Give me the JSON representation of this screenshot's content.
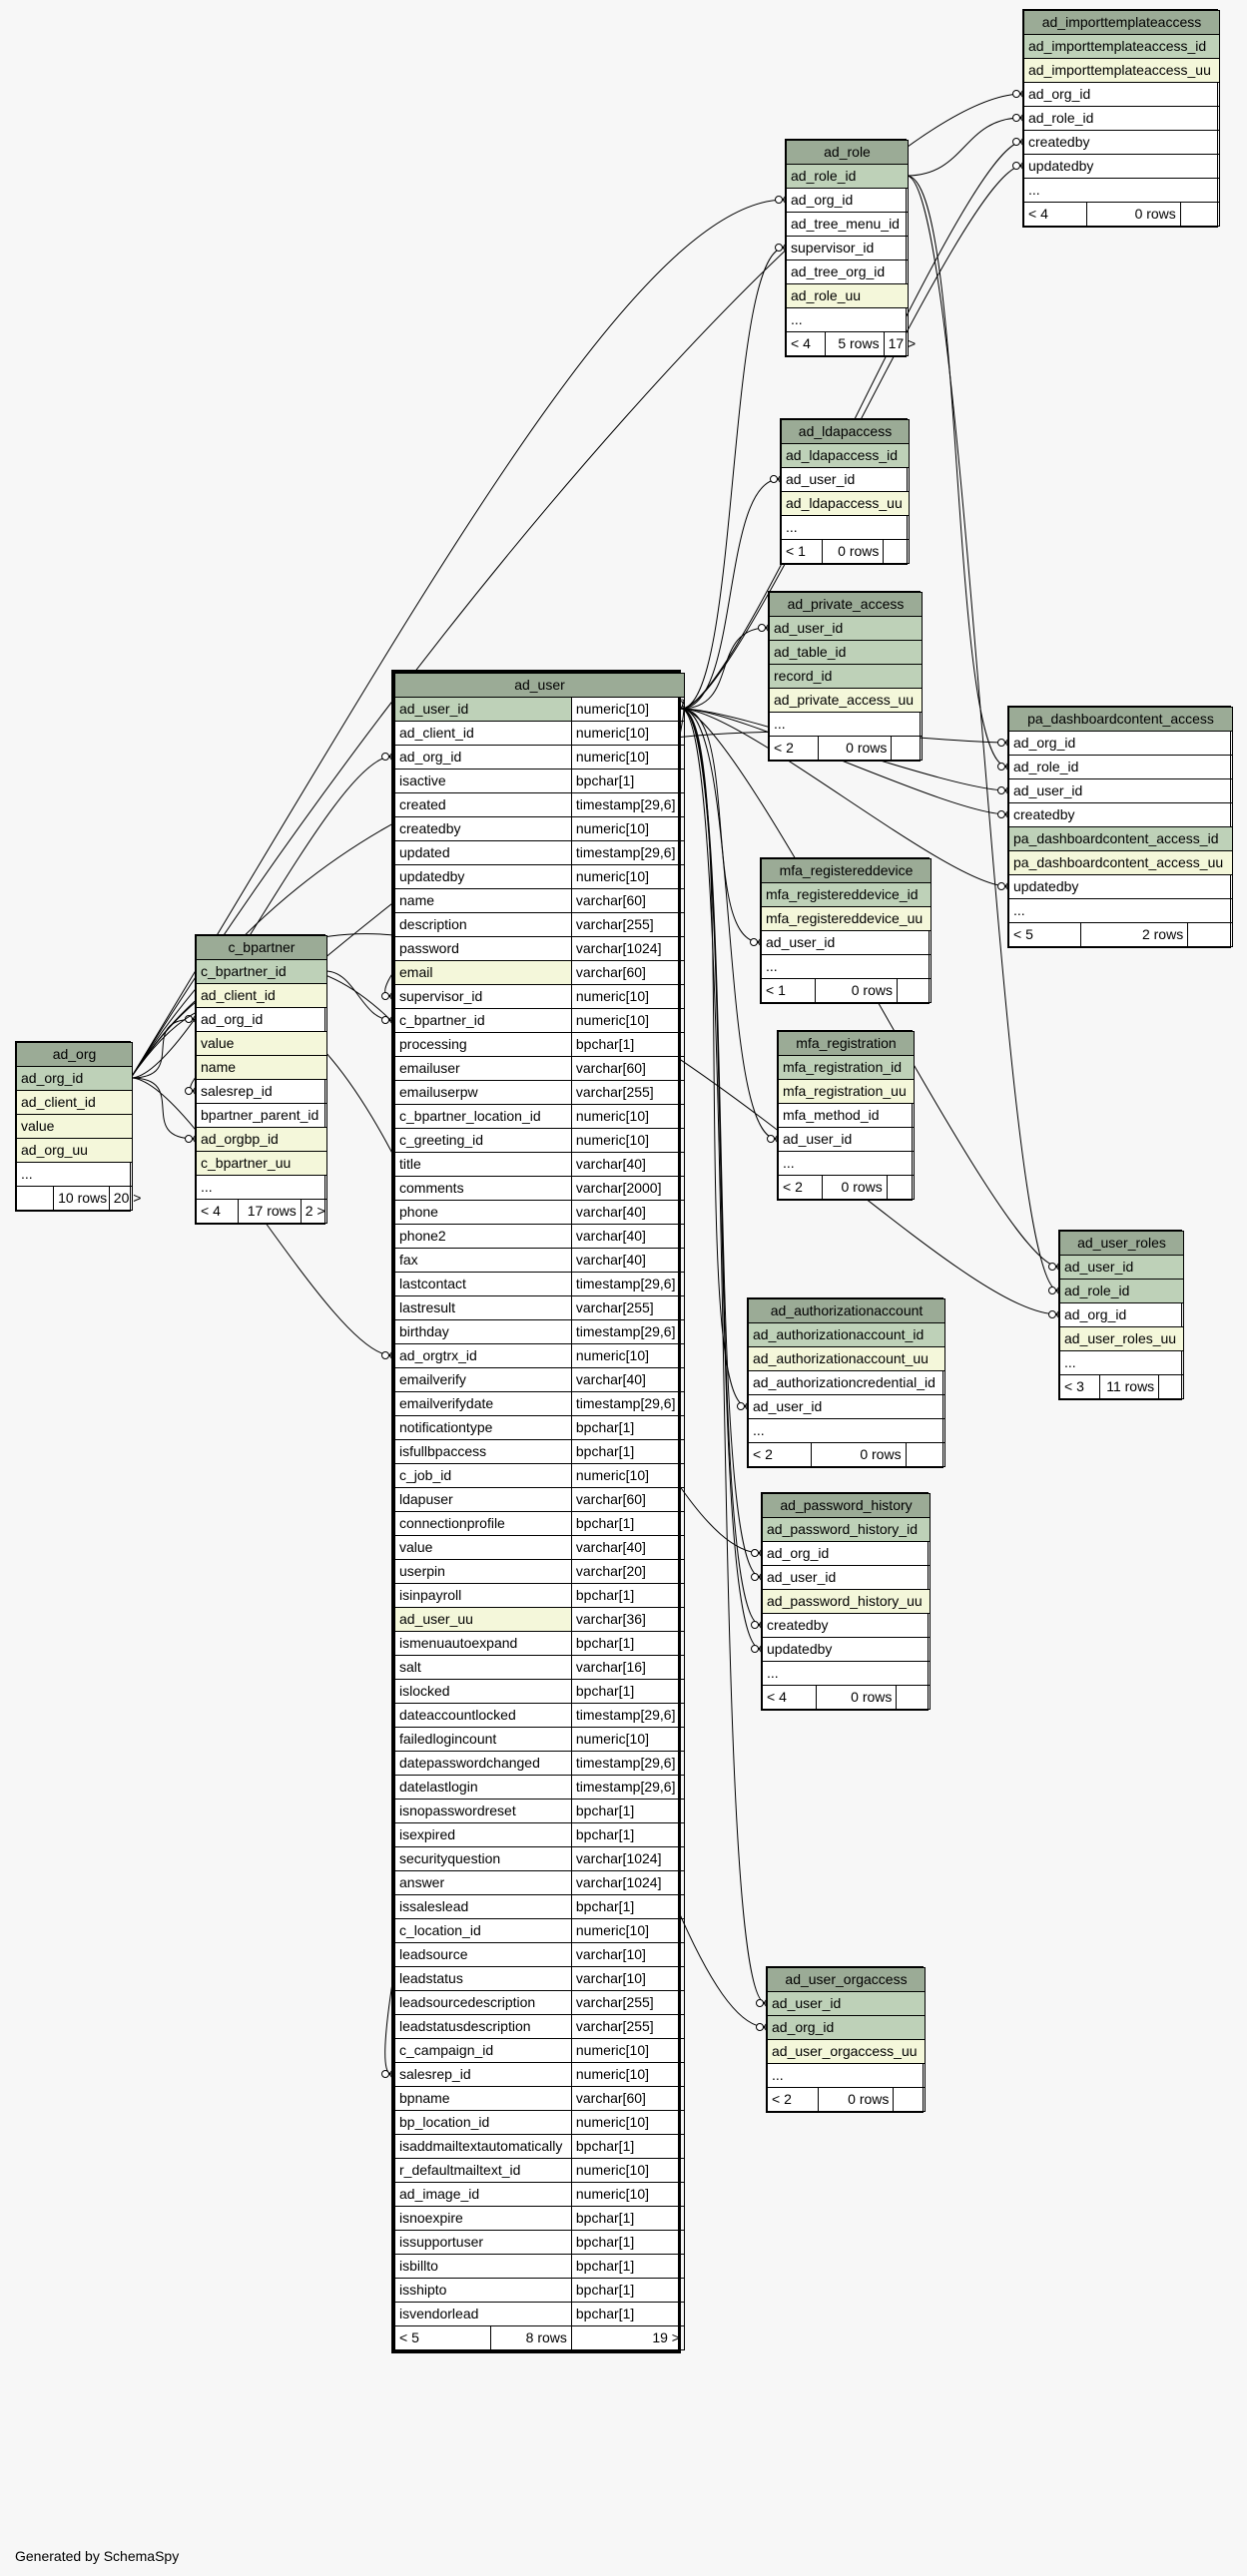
{
  "generated_by": "Generated by SchemaSpy",
  "tables": {
    "ad_importtemplateaccess": {
      "name": "ad_importtemplateaccess",
      "rows": [
        {
          "col": "ad_importtemplateaccess_id",
          "style": "pk"
        },
        {
          "col": "ad_importtemplateaccess_uu",
          "style": "idx"
        },
        {
          "col": "ad_org_id",
          "style": ""
        },
        {
          "col": "ad_role_id",
          "style": ""
        },
        {
          "col": "createdby",
          "style": ""
        },
        {
          "col": "updatedby",
          "style": ""
        },
        {
          "col": "...",
          "style": ""
        }
      ],
      "footer": [
        "< 4",
        "0 rows",
        ""
      ]
    },
    "ad_role": {
      "name": "ad_role",
      "rows": [
        {
          "col": "ad_role_id",
          "style": "pk"
        },
        {
          "col": "ad_org_id",
          "style": ""
        },
        {
          "col": "ad_tree_menu_id",
          "style": ""
        },
        {
          "col": "supervisor_id",
          "style": ""
        },
        {
          "col": "ad_tree_org_id",
          "style": ""
        },
        {
          "col": "ad_role_uu",
          "style": "idx"
        },
        {
          "col": "...",
          "style": ""
        }
      ],
      "footer": [
        "< 4",
        "5 rows",
        "17 >"
      ]
    },
    "ad_ldapaccess": {
      "name": "ad_ldapaccess",
      "rows": [
        {
          "col": "ad_ldapaccess_id",
          "style": "pk"
        },
        {
          "col": "ad_user_id",
          "style": ""
        },
        {
          "col": "ad_ldapaccess_uu",
          "style": "idx"
        },
        {
          "col": "...",
          "style": ""
        }
      ],
      "footer": [
        "< 1",
        "0 rows",
        ""
      ]
    },
    "ad_private_access": {
      "name": "ad_private_access",
      "rows": [
        {
          "col": "ad_user_id",
          "style": "pk"
        },
        {
          "col": "ad_table_id",
          "style": "pk"
        },
        {
          "col": "record_id",
          "style": "pk"
        },
        {
          "col": "ad_private_access_uu",
          "style": "idx"
        },
        {
          "col": "...",
          "style": ""
        }
      ],
      "footer": [
        "< 2",
        "0 rows",
        ""
      ]
    },
    "pa_dashboardcontent_access": {
      "name": "pa_dashboardcontent_access",
      "rows": [
        {
          "col": "ad_org_id",
          "style": ""
        },
        {
          "col": "ad_role_id",
          "style": ""
        },
        {
          "col": "ad_user_id",
          "style": ""
        },
        {
          "col": "createdby",
          "style": ""
        },
        {
          "col": "pa_dashboardcontent_access_id",
          "style": "pk"
        },
        {
          "col": "pa_dashboardcontent_access_uu",
          "style": "idx"
        },
        {
          "col": "updatedby",
          "style": ""
        },
        {
          "col": "...",
          "style": ""
        }
      ],
      "footer": [
        "< 5",
        "2 rows",
        ""
      ]
    },
    "mfa_registereddevice": {
      "name": "mfa_registereddevice",
      "rows": [
        {
          "col": "mfa_registereddevice_id",
          "style": "pk"
        },
        {
          "col": "mfa_registereddevice_uu",
          "style": "idx"
        },
        {
          "col": "ad_user_id",
          "style": ""
        },
        {
          "col": "...",
          "style": ""
        }
      ],
      "footer": [
        "< 1",
        "0 rows",
        ""
      ]
    },
    "mfa_registration": {
      "name": "mfa_registration",
      "rows": [
        {
          "col": "mfa_registration_id",
          "style": "pk"
        },
        {
          "col": "mfa_registration_uu",
          "style": "idx"
        },
        {
          "col": "mfa_method_id",
          "style": ""
        },
        {
          "col": "ad_user_id",
          "style": ""
        },
        {
          "col": "...",
          "style": ""
        }
      ],
      "footer": [
        "< 2",
        "0 rows",
        ""
      ]
    },
    "ad_user_roles": {
      "name": "ad_user_roles",
      "rows": [
        {
          "col": "ad_user_id",
          "style": "pk"
        },
        {
          "col": "ad_role_id",
          "style": "pk"
        },
        {
          "col": "ad_org_id",
          "style": ""
        },
        {
          "col": "ad_user_roles_uu",
          "style": "idx"
        },
        {
          "col": "...",
          "style": ""
        }
      ],
      "footer": [
        "< 3",
        "11 rows",
        ""
      ]
    },
    "ad_authorizationaccount": {
      "name": "ad_authorizationaccount",
      "rows": [
        {
          "col": "ad_authorizationaccount_id",
          "style": "pk"
        },
        {
          "col": "ad_authorizationaccount_uu",
          "style": "idx"
        },
        {
          "col": "ad_authorizationcredential_id",
          "style": ""
        },
        {
          "col": "ad_user_id",
          "style": ""
        },
        {
          "col": "...",
          "style": ""
        }
      ],
      "footer": [
        "< 2",
        "0 rows",
        ""
      ]
    },
    "ad_password_history": {
      "name": "ad_password_history",
      "rows": [
        {
          "col": "ad_password_history_id",
          "style": "pk"
        },
        {
          "col": "ad_org_id",
          "style": ""
        },
        {
          "col": "ad_user_id",
          "style": ""
        },
        {
          "col": "ad_password_history_uu",
          "style": "idx"
        },
        {
          "col": "createdby",
          "style": ""
        },
        {
          "col": "updatedby",
          "style": ""
        },
        {
          "col": "...",
          "style": ""
        }
      ],
      "footer": [
        "< 4",
        "0 rows",
        ""
      ]
    },
    "ad_user_orgaccess": {
      "name": "ad_user_orgaccess",
      "rows": [
        {
          "col": "ad_user_id",
          "style": "pk"
        },
        {
          "col": "ad_org_id",
          "style": "pk"
        },
        {
          "col": "ad_user_orgaccess_uu",
          "style": "idx"
        },
        {
          "col": "...",
          "style": ""
        }
      ],
      "footer": [
        "< 2",
        "0 rows",
        ""
      ]
    },
    "c_bpartner": {
      "name": "c_bpartner",
      "rows": [
        {
          "col": "c_bpartner_id",
          "style": "pk"
        },
        {
          "col": "ad_client_id",
          "style": "idx"
        },
        {
          "col": "ad_org_id",
          "style": ""
        },
        {
          "col": "value",
          "style": "idx"
        },
        {
          "col": "name",
          "style": "idx"
        },
        {
          "col": "salesrep_id",
          "style": ""
        },
        {
          "col": "bpartner_parent_id",
          "style": ""
        },
        {
          "col": "ad_orgbp_id",
          "style": "idx"
        },
        {
          "col": "c_bpartner_uu",
          "style": "idx"
        },
        {
          "col": "...",
          "style": ""
        }
      ],
      "footer": [
        "< 4",
        "17 rows",
        "2 >"
      ]
    },
    "ad_org": {
      "name": "ad_org",
      "rows": [
        {
          "col": "ad_org_id",
          "style": "pk"
        },
        {
          "col": "ad_client_id",
          "style": "idx"
        },
        {
          "col": "value",
          "style": "idx"
        },
        {
          "col": "ad_org_uu",
          "style": "idx"
        },
        {
          "col": "...",
          "style": ""
        }
      ],
      "footer": [
        "",
        "10 rows",
        "20 >"
      ]
    },
    "ad_user": {
      "name": "ad_user",
      "rows": [
        {
          "col": "ad_user_id",
          "type": "numeric[10]",
          "style": "pk"
        },
        {
          "col": "ad_client_id",
          "type": "numeric[10]",
          "style": ""
        },
        {
          "col": "ad_org_id",
          "type": "numeric[10]",
          "style": ""
        },
        {
          "col": "isactive",
          "type": "bpchar[1]",
          "style": ""
        },
        {
          "col": "created",
          "type": "timestamp[29,6]",
          "style": ""
        },
        {
          "col": "createdby",
          "type": "numeric[10]",
          "style": ""
        },
        {
          "col": "updated",
          "type": "timestamp[29,6]",
          "style": ""
        },
        {
          "col": "updatedby",
          "type": "numeric[10]",
          "style": ""
        },
        {
          "col": "name",
          "type": "varchar[60]",
          "style": ""
        },
        {
          "col": "description",
          "type": "varchar[255]",
          "style": ""
        },
        {
          "col": "password",
          "type": "varchar[1024]",
          "style": ""
        },
        {
          "col": "email",
          "type": "varchar[60]",
          "style": "idx"
        },
        {
          "col": "supervisor_id",
          "type": "numeric[10]",
          "style": ""
        },
        {
          "col": "c_bpartner_id",
          "type": "numeric[10]",
          "style": ""
        },
        {
          "col": "processing",
          "type": "bpchar[1]",
          "style": ""
        },
        {
          "col": "emailuser",
          "type": "varchar[60]",
          "style": ""
        },
        {
          "col": "emailuserpw",
          "type": "varchar[255]",
          "style": ""
        },
        {
          "col": "c_bpartner_location_id",
          "type": "numeric[10]",
          "style": ""
        },
        {
          "col": "c_greeting_id",
          "type": "numeric[10]",
          "style": ""
        },
        {
          "col": "title",
          "type": "varchar[40]",
          "style": ""
        },
        {
          "col": "comments",
          "type": "varchar[2000]",
          "style": ""
        },
        {
          "col": "phone",
          "type": "varchar[40]",
          "style": ""
        },
        {
          "col": "phone2",
          "type": "varchar[40]",
          "style": ""
        },
        {
          "col": "fax",
          "type": "varchar[40]",
          "style": ""
        },
        {
          "col": "lastcontact",
          "type": "timestamp[29,6]",
          "style": ""
        },
        {
          "col": "lastresult",
          "type": "varchar[255]",
          "style": ""
        },
        {
          "col": "birthday",
          "type": "timestamp[29,6]",
          "style": ""
        },
        {
          "col": "ad_orgtrx_id",
          "type": "numeric[10]",
          "style": ""
        },
        {
          "col": "emailverify",
          "type": "varchar[40]",
          "style": ""
        },
        {
          "col": "emailverifydate",
          "type": "timestamp[29,6]",
          "style": ""
        },
        {
          "col": "notificationtype",
          "type": "bpchar[1]",
          "style": ""
        },
        {
          "col": "isfullbpaccess",
          "type": "bpchar[1]",
          "style": ""
        },
        {
          "col": "c_job_id",
          "type": "numeric[10]",
          "style": ""
        },
        {
          "col": "ldapuser",
          "type": "varchar[60]",
          "style": ""
        },
        {
          "col": "connectionprofile",
          "type": "bpchar[1]",
          "style": ""
        },
        {
          "col": "value",
          "type": "varchar[40]",
          "style": ""
        },
        {
          "col": "userpin",
          "type": "varchar[20]",
          "style": ""
        },
        {
          "col": "isinpayroll",
          "type": "bpchar[1]",
          "style": ""
        },
        {
          "col": "ad_user_uu",
          "type": "varchar[36]",
          "style": "idx"
        },
        {
          "col": "ismenuautoexpand",
          "type": "bpchar[1]",
          "style": ""
        },
        {
          "col": "salt",
          "type": "varchar[16]",
          "style": ""
        },
        {
          "col": "islocked",
          "type": "bpchar[1]",
          "style": ""
        },
        {
          "col": "dateaccountlocked",
          "type": "timestamp[29,6]",
          "style": ""
        },
        {
          "col": "failedlogincount",
          "type": "numeric[10]",
          "style": ""
        },
        {
          "col": "datepasswordchanged",
          "type": "timestamp[29,6]",
          "style": ""
        },
        {
          "col": "datelastlogin",
          "type": "timestamp[29,6]",
          "style": ""
        },
        {
          "col": "isnopasswordreset",
          "type": "bpchar[1]",
          "style": ""
        },
        {
          "col": "isexpired",
          "type": "bpchar[1]",
          "style": ""
        },
        {
          "col": "securityquestion",
          "type": "varchar[1024]",
          "style": ""
        },
        {
          "col": "answer",
          "type": "varchar[1024]",
          "style": ""
        },
        {
          "col": "issaleslead",
          "type": "bpchar[1]",
          "style": ""
        },
        {
          "col": "c_location_id",
          "type": "numeric[10]",
          "style": ""
        },
        {
          "col": "leadsource",
          "type": "varchar[10]",
          "style": ""
        },
        {
          "col": "leadstatus",
          "type": "varchar[10]",
          "style": ""
        },
        {
          "col": "leadsourcedescription",
          "type": "varchar[255]",
          "style": ""
        },
        {
          "col": "leadstatusdescription",
          "type": "varchar[255]",
          "style": ""
        },
        {
          "col": "c_campaign_id",
          "type": "numeric[10]",
          "style": ""
        },
        {
          "col": "salesrep_id",
          "type": "numeric[10]",
          "style": ""
        },
        {
          "col": "bpname",
          "type": "varchar[60]",
          "style": ""
        },
        {
          "col": "bp_location_id",
          "type": "numeric[10]",
          "style": ""
        },
        {
          "col": "isaddmailtextautomatically",
          "type": "bpchar[1]",
          "style": ""
        },
        {
          "col": "r_defaultmailtext_id",
          "type": "numeric[10]",
          "style": ""
        },
        {
          "col": "ad_image_id",
          "type": "numeric[10]",
          "style": ""
        },
        {
          "col": "isnoexpire",
          "type": "bpchar[1]",
          "style": ""
        },
        {
          "col": "issupportuser",
          "type": "bpchar[1]",
          "style": ""
        },
        {
          "col": "isbillto",
          "type": "bpchar[1]",
          "style": ""
        },
        {
          "col": "isshipto",
          "type": "bpchar[1]",
          "style": ""
        },
        {
          "col": "isvendorlead",
          "type": "bpchar[1]",
          "style": ""
        }
      ],
      "footer": [
        "< 5",
        "8 rows",
        "19 >"
      ]
    }
  },
  "colors": {
    "header": "#9bab96",
    "primary_key": "#bed1b8",
    "indexed": "#f4f7da",
    "background": "#f7f7f7"
  }
}
